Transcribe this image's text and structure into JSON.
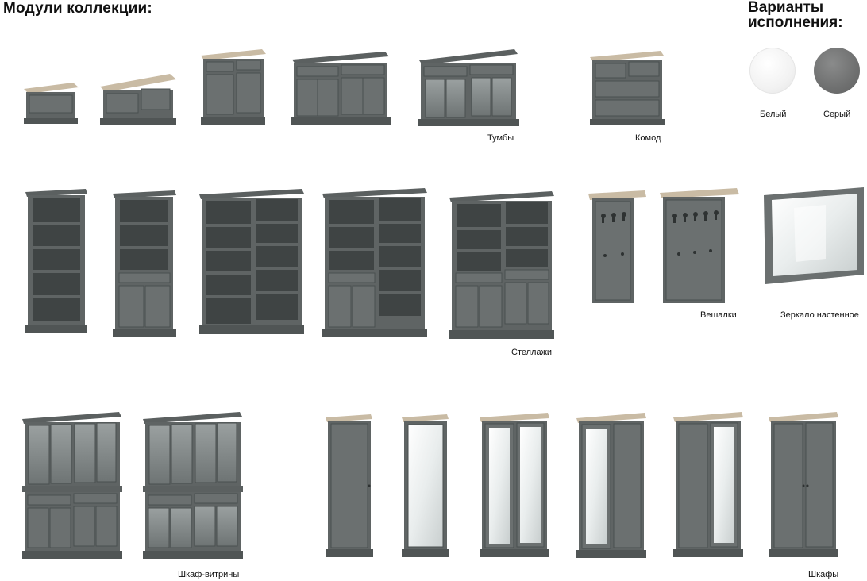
{
  "header": {
    "title": "Модули коллекции:",
    "variants_title_line1": "Варианты",
    "variants_title_line2": "исполнения:"
  },
  "variants": [
    {
      "label": "Белый",
      "color": "#f0f0f0"
    },
    {
      "label": "Серый",
      "color": "#6f7070"
    }
  ],
  "groups": {
    "tumby": "Тумбы",
    "komod": "Комод",
    "stellazhi": "Стеллажи",
    "veshalki": "Вешалки",
    "zerkalo": "Зеркало настенное",
    "vitriny": "Шкаф-витрины",
    "shkafy": "Шкафы"
  },
  "colors": {
    "body": "#5f6464",
    "panel": "#6b7070",
    "dark": "#3f4444",
    "oak": "#c9bba4",
    "glass": "#8b9191",
    "mirror": "#eef1f1"
  }
}
